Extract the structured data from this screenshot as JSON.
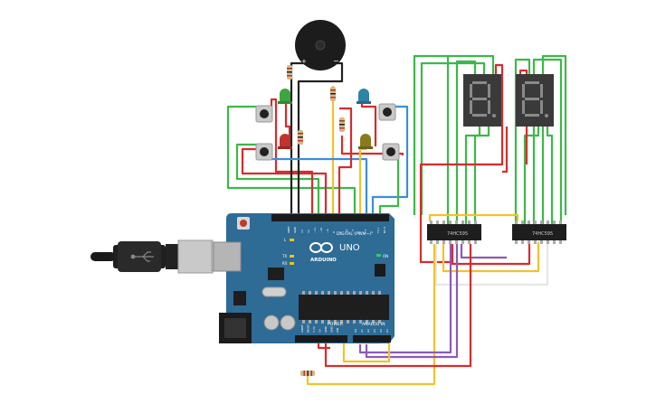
{
  "board": {
    "digital_label": "DIGITAL (PWM~)",
    "uno_label": "UNO",
    "brand_label": "ARDUINO",
    "on_label": "ON",
    "power_label": "POWER",
    "analog_label": "ANALOG IN",
    "tx_label": "TX",
    "rx_label": "RX",
    "l_label": "L",
    "aref_label": "AREF",
    "gnd_label": "GND",
    "digital_pins": [
      "13",
      "12",
      "~11",
      "~10",
      "~9",
      "8",
      "7",
      "~6",
      "~5",
      "4",
      "~3",
      "2",
      "TX 1",
      "RX 0"
    ],
    "power_pins": [
      "IOREF",
      "RESET",
      "3.3V",
      "5V",
      "GND",
      "GND",
      "VIN"
    ],
    "analog_pins": [
      "A0",
      "A1",
      "A2",
      "A3",
      "A4",
      "A5"
    ]
  },
  "chips": [
    {
      "label": "74HC595"
    },
    {
      "label": "74HC595"
    }
  ],
  "buzzer": {
    "plus": "+",
    "minus": "−"
  },
  "colors": {
    "board": "#2e6b95",
    "wire_red": "#d62c2c",
    "wire_green": "#3cb84a",
    "wire_yellow": "#f0c22e",
    "wire_blue": "#3a8fd8",
    "wire_black": "#222222",
    "wire_purple": "#8d5ab5",
    "wire_white": "#e6e6e6",
    "led_green": "#3ea63e",
    "led_red": "#c0332e",
    "led_blue": "#2e83a6",
    "led_yellow": "#8a7a1e"
  }
}
